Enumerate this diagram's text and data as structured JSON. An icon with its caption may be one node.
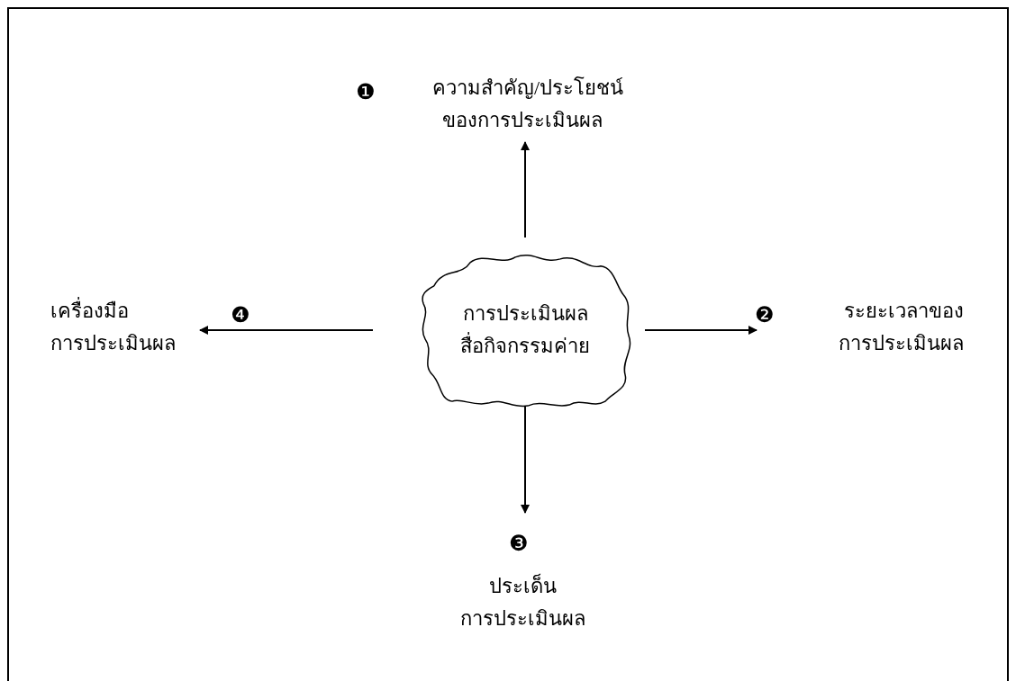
{
  "diagram": {
    "nodes": [
      {
        "text": [
          "ความสำคัญ/ประโยชน์ ของการประเมินผล"
        ],
        "beside": [
          "❶"
        ]
      },
      {
        "text": [
          "เครื่องมือ การประเมินผล"
        ],
        "beside": [
          "❹"
        ]
      },
      {
        "text": [
          "การประเมินผล สื่อกิจกรรมค่าย"
        ]
      },
      {
        "text": [
          "ระยะเวลาของ การประเมินผล"
        ],
        "beside": [
          "❷"
        ]
      },
      {
        "text": [
          "ประเด็น การประเมินผล"
        ],
        "beside": [
          "❸"
        ]
      }
    ],
    "edges": [
      {
        "from": 2,
        "to": 0,
        "arrow": "to"
      },
      {
        "from": 2,
        "to": 3,
        "arrow": "to"
      },
      {
        "from": 2,
        "to": 4,
        "arrow": "to"
      },
      {
        "from": 2,
        "to": 1,
        "arrow": "to"
      }
    ]
  }
}
